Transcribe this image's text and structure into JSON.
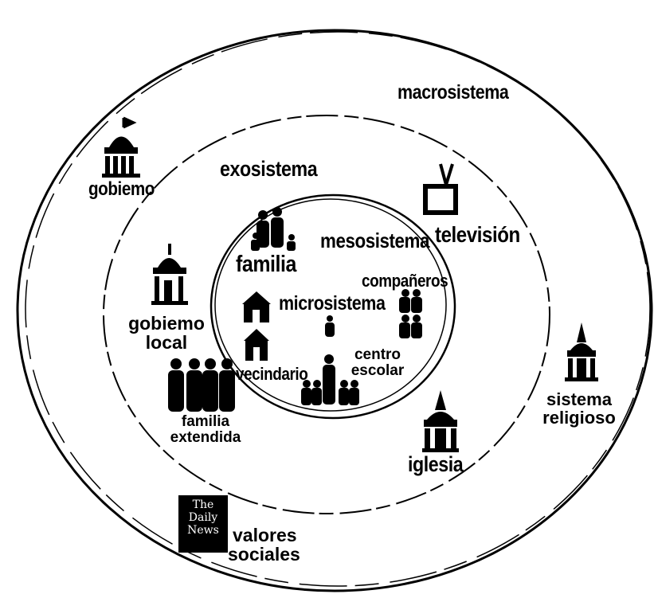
{
  "labels": {
    "macrosistema": "macrosistema",
    "exosistema": "exosistema",
    "mesosistema": "mesosistema",
    "microsistema": "microsistema",
    "gobierno": "gobiemo",
    "television": "televisión",
    "familia": "familia",
    "companeros": "compañeros",
    "gobierno_local_1": "gobiemo",
    "gobierno_local_2": "local",
    "centro_escolar_1": "centro",
    "centro_escolar_2": "escolar",
    "vecindario": "vecindario",
    "familia_extendida_1": "familia",
    "familia_extendida_2": "extendida",
    "sistema_religioso_1": "sistema",
    "sistema_religioso_2": "religioso",
    "iglesia": "iglesia",
    "valores_sociales_1": "valores",
    "valores_sociales_2": "sociales"
  },
  "newspaper": {
    "line1": "The",
    "line2": "Daily",
    "line3": "News"
  },
  "colors": {
    "ink": "#000000",
    "background": "#ffffff"
  },
  "icons": [
    "capitol-icon",
    "tv-icon",
    "family-icon",
    "house-icon",
    "person-icon",
    "people-icon",
    "church-icon",
    "newspaper-icon"
  ]
}
